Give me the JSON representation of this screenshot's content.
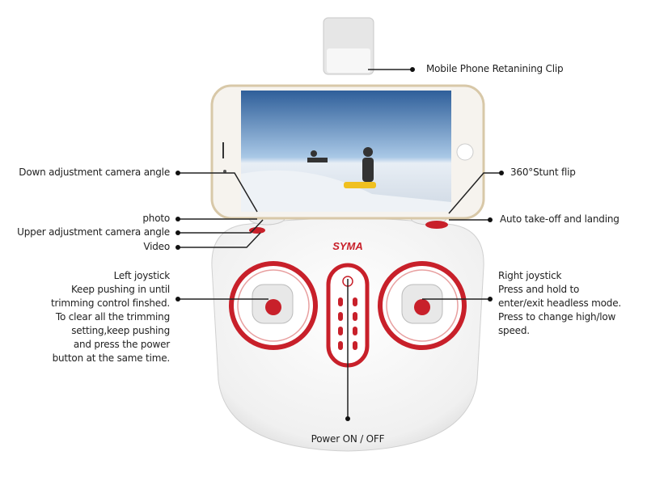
{
  "brand_logo": "SYMA",
  "colors": {
    "accent_red": "#c8202a",
    "body_white": "#f4f4f4",
    "phone_gold": "#d8c8a8"
  },
  "labels": {
    "clip": "Mobile Phone Retanining Clip",
    "down_camera": "Down adjustment camera angle",
    "stunt_flip": "360°Stunt flip",
    "photo": "photo",
    "auto_takeoff": "Auto take-off and landing",
    "upper_camera": "Upper adjustment camera angle",
    "video": "Video",
    "left_joystick": [
      "Left joystick",
      "Keep pushing in until",
      "trimming control finshed.",
      "To clear all the trimming",
      "setting,keep pushing",
      "and press the power",
      "button at the same time."
    ],
    "right_joystick": [
      "Right joystick",
      "Press and hold to",
      "enter/exit headless mode.",
      "Press to change high/low",
      "speed."
    ],
    "power": "Power ON / OFF"
  }
}
